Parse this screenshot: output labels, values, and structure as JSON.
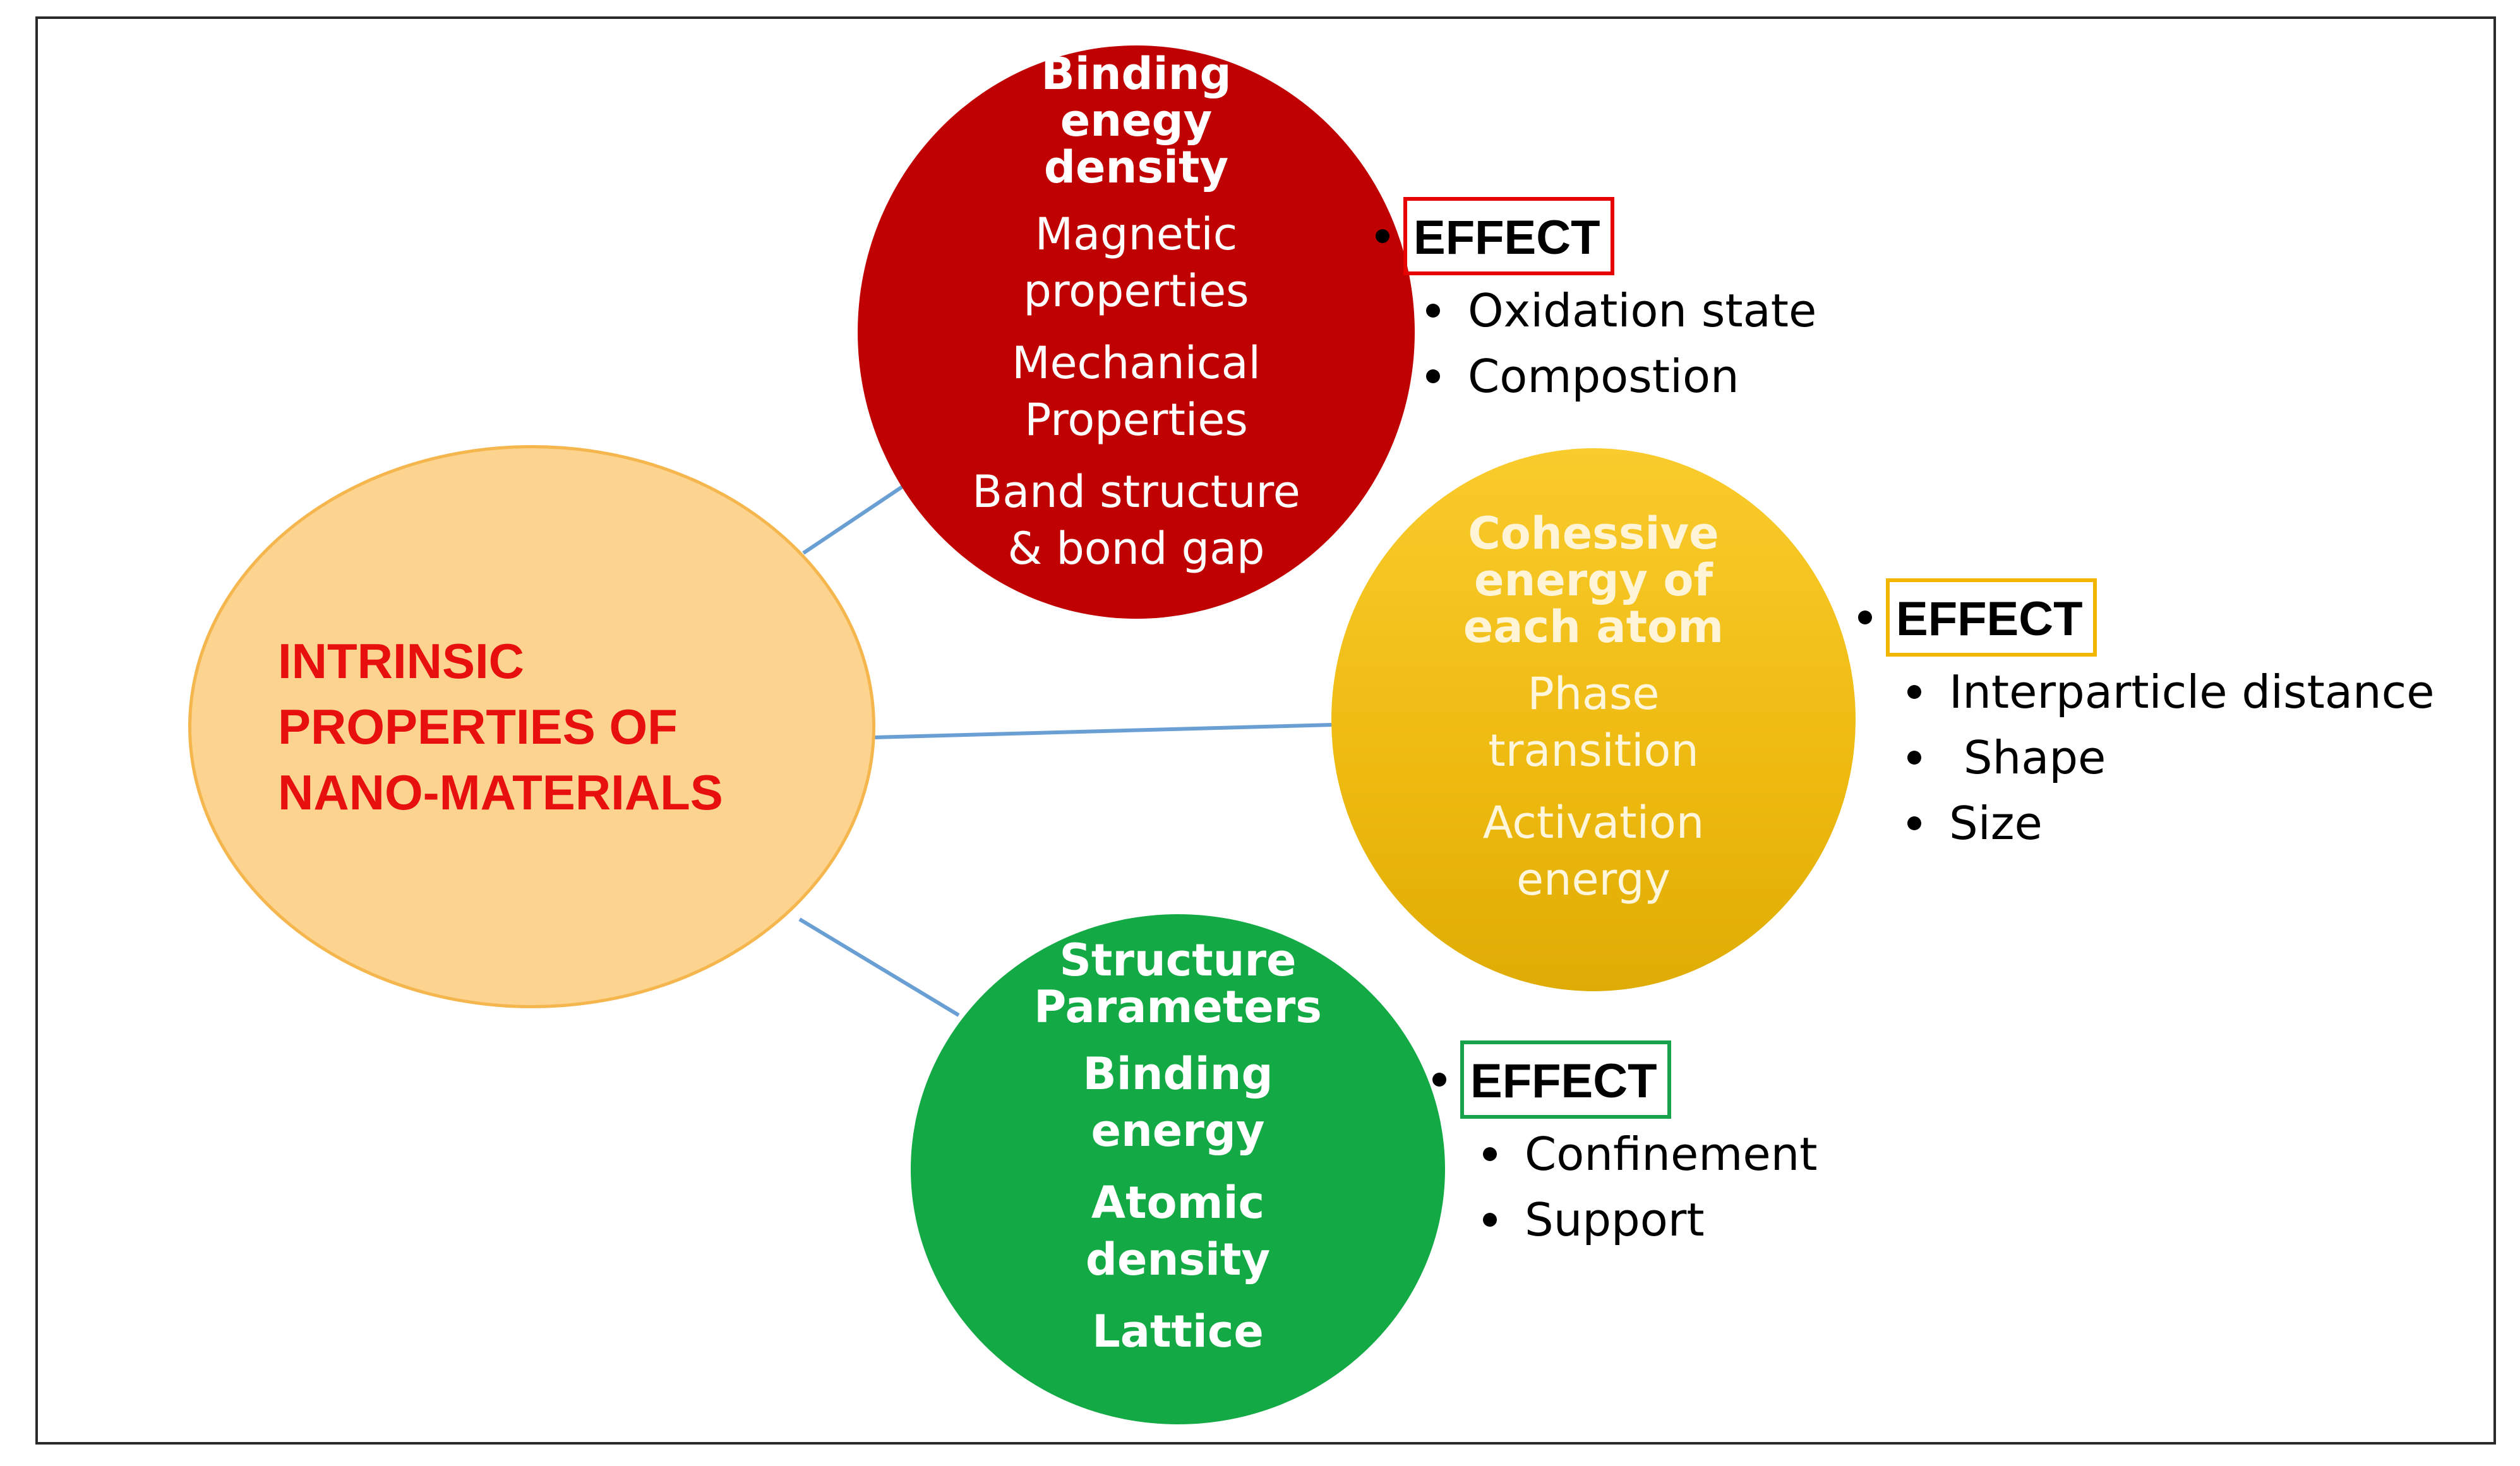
{
  "center": {
    "label": "INTRINSIC\nPROPERTIES OF\nNANO-MATERIALS"
  },
  "nodes": [
    {
      "title": "Binding\nenegy\ndensity",
      "items": [
        "Magnetic\nproperties",
        "Mechanical\nProperties",
        "Band structure\n& bond gap"
      ],
      "color": "#c00101",
      "effect": {
        "label": "EFFECT",
        "border_color": "#e60000",
        "items": [
          "Oxidation state",
          "Compostion"
        ]
      }
    },
    {
      "title": "Cohessive\nenergy of\neach atom",
      "items": [
        "Phase\ntransition",
        "Activation\nenergy"
      ],
      "color": "#f1bd15",
      "effect": {
        "label": "EFFECT",
        "border_color": "#f2b600",
        "items": [
          "Interparticle distance",
          " Shape",
          "Size"
        ]
      }
    },
    {
      "title": "Structure\nParameters",
      "items": [
        "Binding\nenergy",
        "Atomic\ndensity",
        "Lattice"
      ],
      "color": "#13aa45",
      "effect": {
        "label": "EFFECT",
        "border_color": "#18a34a",
        "items": [
          "Confinement",
          "Support"
        ]
      }
    }
  ],
  "colors": {
    "center_fill": "#fcd38f",
    "center_text": "#e80f0f",
    "connector": "#6a9fd4"
  }
}
